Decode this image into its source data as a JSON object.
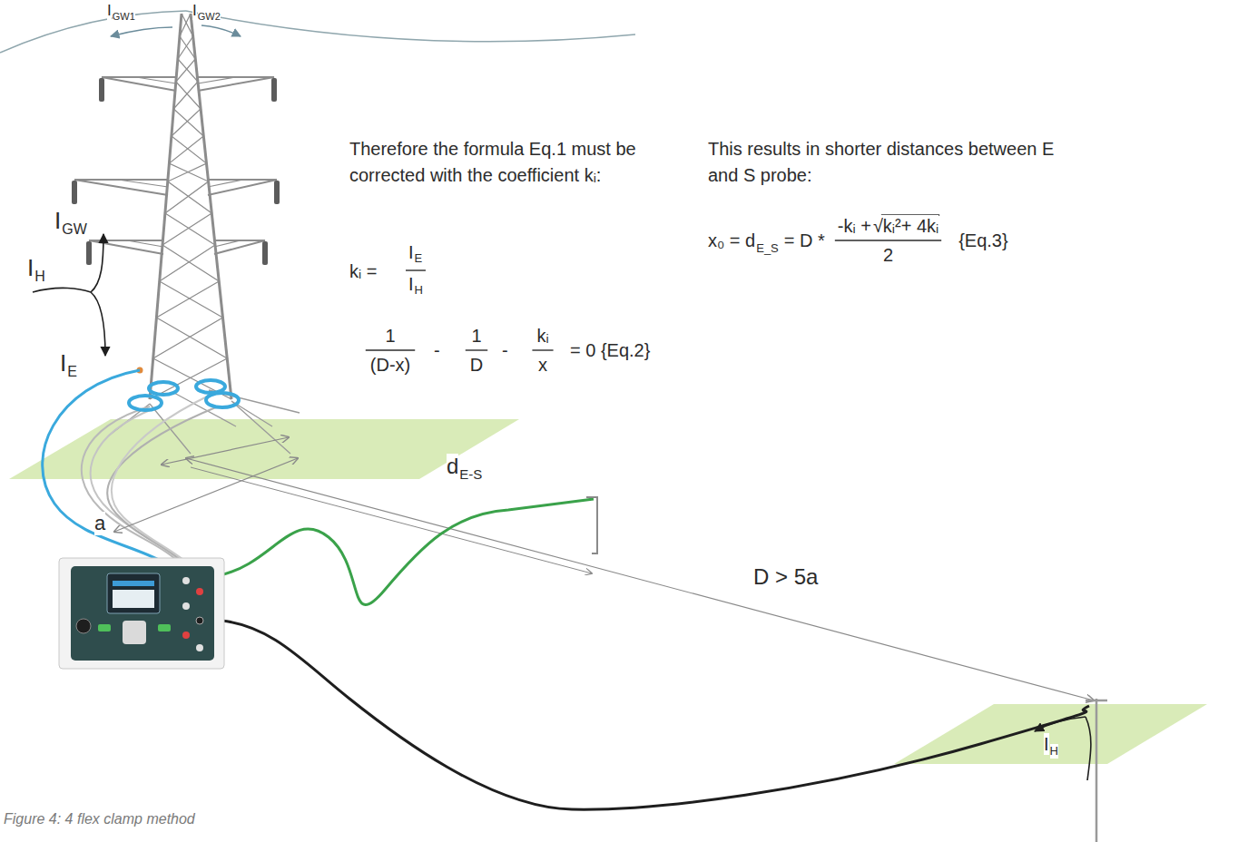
{
  "diagram": {
    "caption": "Figure 4: 4 flex clamp method",
    "labels": [
      "I",
      "GW1",
      "I",
      "GW2",
      "I",
      "GW",
      "I",
      "H",
      "I",
      "E",
      "a",
      "d",
      "E-S",
      "D > 5a",
      "I",
      "H",
      "Therefore the formula Eq.1 must be corrected with the coefficient kᵢ:",
      "kᵢ =",
      "I",
      "E",
      "I",
      "H",
      "1",
      "(D-x)",
      "-",
      "1",
      "D",
      "-",
      "kᵢ",
      "x",
      "= 0 {Eq.2}",
      "This results in shorter distances between E and S probe:",
      "x₀ = d",
      "E_S",
      "= D *",
      "-kᵢ +",
      "√",
      "kᵢ²+ 4kᵢ",
      "2",
      "{Eq.3}"
    ]
  }
}
